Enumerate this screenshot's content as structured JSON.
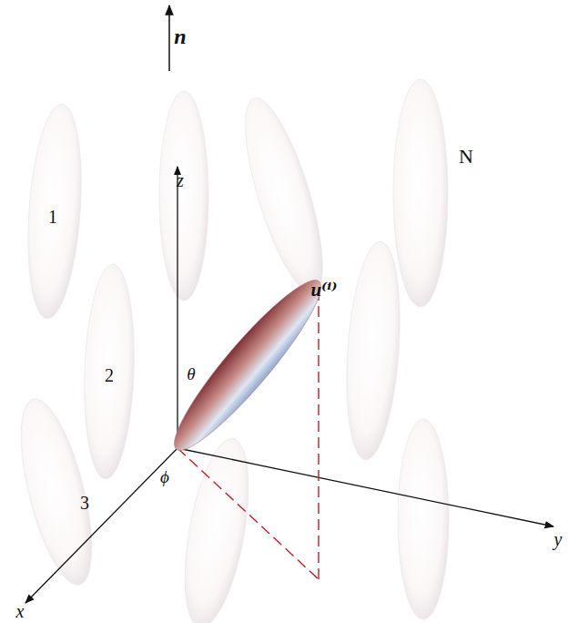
{
  "diagram": {
    "labels": [
      "n",
      "N",
      "1",
      "2",
      "3",
      "z",
      "θ",
      "ϕ",
      "x",
      "y",
      "u⁽ⁱ⁾"
    ]
  }
}
